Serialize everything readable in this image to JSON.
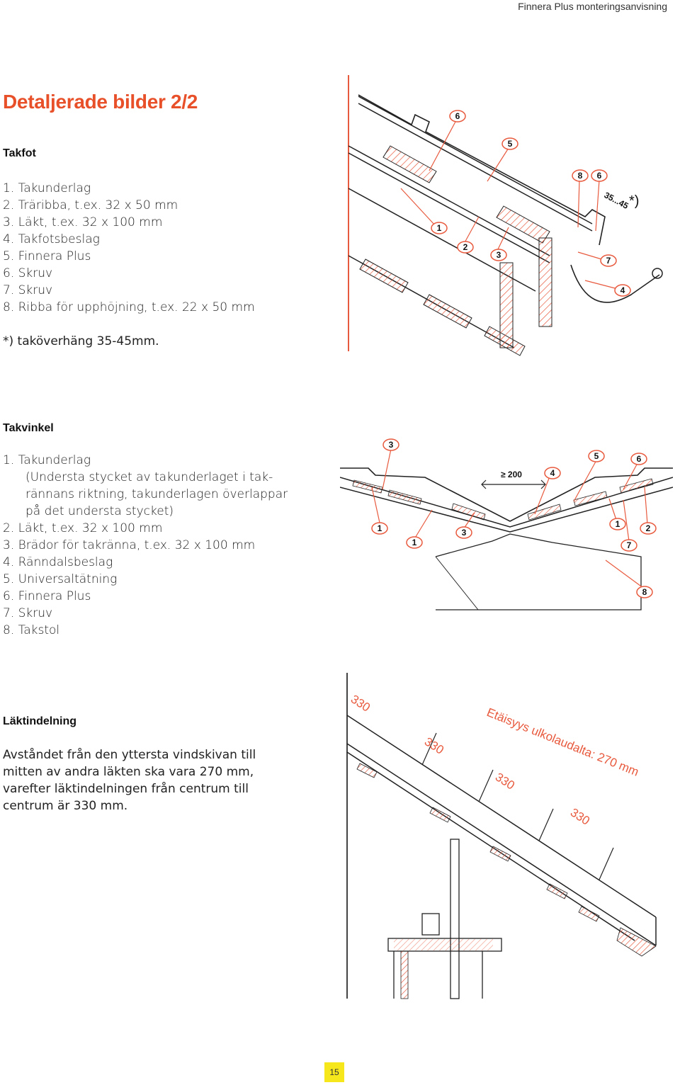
{
  "header": {
    "running_title": "Finnera Plus monteringsanvisning"
  },
  "page_title": "Detaljerade bilder 2/2",
  "takfot": {
    "heading": "Takfot",
    "items": [
      "1.  Takunderlag",
      "2.  Träribba, t.ex. 32 x 50 mm",
      "3.  Läkt, t.ex. 32 x 100 mm",
      "4.  Takfotsbeslag",
      "5.  Finnera Plus",
      "6.  Skruv",
      "7.  Skruv",
      "8.  Ribba för upphöjning, t.ex. 22 x 50 mm"
    ],
    "note": "*) taköverhäng 35-45mm.",
    "figure": {
      "callouts": [
        "6",
        "5",
        "8",
        "6",
        "1",
        "2",
        "3",
        "7",
        "4"
      ],
      "dimension": "35...45",
      "star_note": "*)"
    }
  },
  "takvinkel": {
    "heading": "Takvinkel",
    "item1": {
      "line1": "1.  Takunderlag",
      "line2": "(Understa stycket av takunderlaget i tak-",
      "line3": "rännans riktning, takunderlagen överlappar",
      "line4": "på det understa stycket)"
    },
    "items": [
      "2.  Läkt, t.ex. 32 x 100 mm",
      "3.  Brädor för takränna, t.ex. 32 x 100 mm",
      "4.  Ränndalsbeslag",
      "5.  Universaltätning",
      "6.  Finnera Plus",
      "7.  Skruv",
      "8.  Takstol"
    ],
    "figure": {
      "callouts": [
        "3",
        "5",
        "6",
        "4",
        "1",
        "3",
        "1",
        "1",
        "2",
        "7",
        "8"
      ],
      "dimension": "≥ 200"
    }
  },
  "laktindelning": {
    "heading": "Läktindelning",
    "paragraph": "Avståndet från den yttersta vindskivan till mitten av andra läkten ska vara 270 mm, varefter läktindelningen från centrum till centrum är 330 mm.",
    "figure": {
      "spacings": [
        "330",
        "330",
        "330",
        "330"
      ],
      "annotation": "Etäisyys ulkolaudalta: 270 mm"
    }
  },
  "page_number": "15",
  "colors": {
    "title": "#e8502a",
    "hatch": "#e85a3e",
    "page_badge": "#f6e61c"
  }
}
